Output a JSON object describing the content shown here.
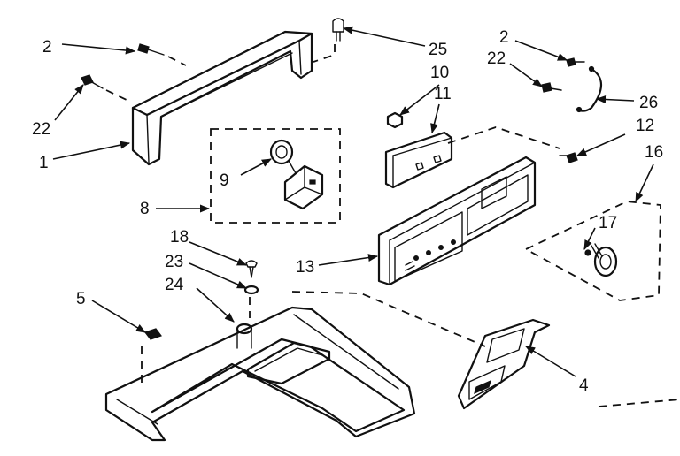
{
  "callouts": {
    "c1": "1",
    "c2a": "2",
    "c2b": "2",
    "c4": "4",
    "c5": "5",
    "c8": "8",
    "c9": "9",
    "c10": "10",
    "c11": "11",
    "c12": "12",
    "c13": "13",
    "c16": "16",
    "c17": "17",
    "c18": "18",
    "c22a": "22",
    "c22b": "22",
    "c23": "23",
    "c24": "24",
    "c25": "25",
    "c26": "26"
  }
}
